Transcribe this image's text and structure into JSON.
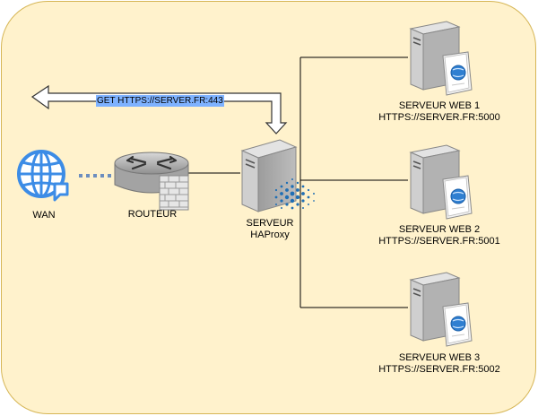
{
  "request": {
    "label": "GET  HTTPS://SERVER.FR:443"
  },
  "nodes": {
    "wan": {
      "label": "WAN"
    },
    "router": {
      "label": "ROUTEUR"
    },
    "haproxy": {
      "line1": "SERVEUR",
      "line2": "HAProxy"
    },
    "web1": {
      "line1": "SERVEUR WEB 1",
      "line2": "HTTPS://SERVER.FR:5000"
    },
    "web2": {
      "line1": "SERVEUR WEB 2",
      "line2": "HTTPS://SERVER.FR:5001"
    },
    "web3": {
      "line1": "SERVEUR WEB 3",
      "line2": "HTTPS://SERVER.FR:5002"
    }
  },
  "colors": {
    "background": "#fff2cc",
    "border": "#d6b656",
    "highlight": "#7eb2ff",
    "globe": "#3c8ce6",
    "haproxy_logo": "#1f6fb5"
  }
}
